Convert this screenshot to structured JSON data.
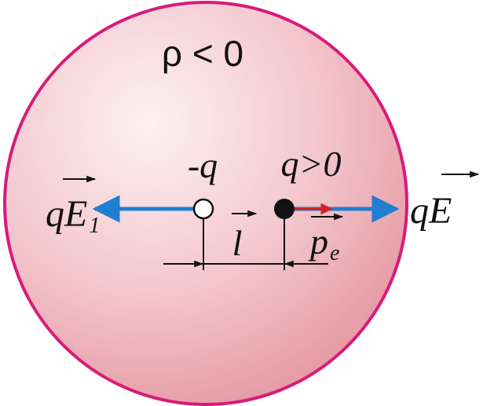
{
  "density_label": "ρ < 0",
  "charges": {
    "negative": {
      "label": "-q"
    },
    "positive": {
      "label": "q>0"
    }
  },
  "vectors": {
    "left_force": {
      "base": "qE",
      "subscript": "1"
    },
    "right_force": {
      "base": "qE"
    },
    "displacement": {
      "label": "l"
    },
    "dipole_moment": {
      "base": "p",
      "subscript": "e"
    }
  },
  "colors": {
    "sphere_outline": "#d81b7a",
    "sphere_fill_light": "#fbe7ea",
    "sphere_fill_dark": "#e79aa3",
    "force_arrow": "#1f7fd1",
    "dipole_arrow": "#d32020",
    "ink": "#111111"
  }
}
